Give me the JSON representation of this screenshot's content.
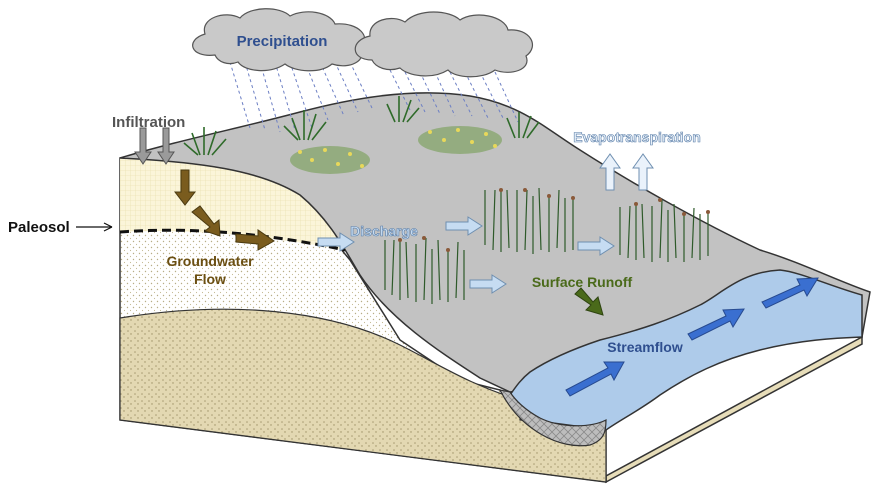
{
  "labels": {
    "precipitation": "Precipitation",
    "infiltration": "Infiltration",
    "evapotranspiration": "Evapotranspiration",
    "paleosol": "Paleosol",
    "discharge": "Discharge",
    "groundwater_line1": "Groundwater",
    "groundwater_line2": "Flow",
    "surface_runoff": "Surface Runoff",
    "streamflow": "Streamflow"
  },
  "colors": {
    "cloud_fill": "#c9c9c9",
    "cloud_text": "#2f4f8f",
    "hill_surface": "#c4c4c4",
    "soil_upper": "#f7f2d8",
    "soil_lower": "#efe8c8",
    "bedrock": "#e6dcb8",
    "stream_fill": "#aecbea",
    "stream_arrow": "#3a6fd0",
    "groundwater_arrow": "#7a5c1e",
    "groundwater_text": "#6b4f12",
    "runoff_text": "#4a6a1a",
    "light_arrow": "#c6dcf2",
    "infiltration_arrow": "#9a9a9a"
  }
}
